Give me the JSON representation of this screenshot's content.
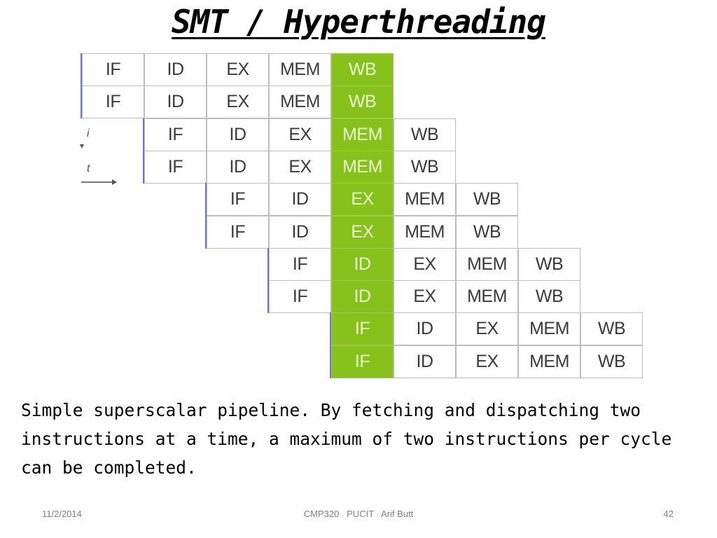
{
  "slide": {
    "title": "SMT / Hyperthreading",
    "caption": "Simple superscalar pipeline. By fetching and dispatching two instructions at a time, a maximum of two instructions per cycle can be completed.",
    "footer": {
      "date": "11/2/2014",
      "center": "CMP320   PUCIT   Arif Butt",
      "page": "42"
    }
  },
  "diagram": {
    "highlight_color": "#86c21b",
    "row_marker_color": "#6e73d6",
    "axis": {
      "vertical_label": "i",
      "horizontal_label": "t"
    },
    "highlight_column": 4,
    "rows": [
      {
        "start": 0,
        "stages": [
          "IF",
          "ID",
          "EX",
          "MEM",
          "WB"
        ]
      },
      {
        "start": 0,
        "stages": [
          "IF",
          "ID",
          "EX",
          "MEM",
          "WB"
        ]
      },
      {
        "start": 1,
        "stages": [
          "IF",
          "ID",
          "EX",
          "MEM",
          "WB"
        ]
      },
      {
        "start": 1,
        "stages": [
          "IF",
          "ID",
          "EX",
          "MEM",
          "WB"
        ]
      },
      {
        "start": 2,
        "stages": [
          "IF",
          "ID",
          "EX",
          "MEM",
          "WB"
        ]
      },
      {
        "start": 2,
        "stages": [
          "IF",
          "ID",
          "EX",
          "MEM",
          "WB"
        ]
      },
      {
        "start": 3,
        "stages": [
          "IF",
          "ID",
          "EX",
          "MEM",
          "WB"
        ]
      },
      {
        "start": 3,
        "stages": [
          "IF",
          "ID",
          "EX",
          "MEM",
          "WB"
        ]
      },
      {
        "start": 4,
        "stages": [
          "IF",
          "ID",
          "EX",
          "MEM",
          "WB"
        ]
      },
      {
        "start": 4,
        "stages": [
          "IF",
          "ID",
          "EX",
          "MEM",
          "WB"
        ]
      }
    ]
  }
}
